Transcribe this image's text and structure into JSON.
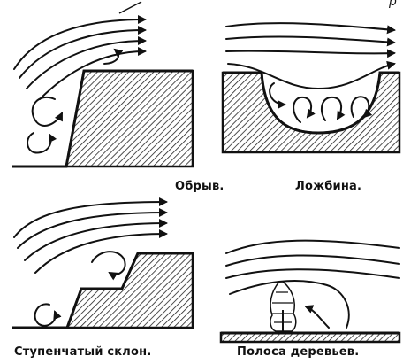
{
  "panels": [
    {
      "id": "cliff",
      "caption": "Обрыв."
    },
    {
      "id": "hollow",
      "caption": "Ложбина."
    },
    {
      "id": "stepped",
      "caption": "Ступенчатый склон."
    },
    {
      "id": "trees",
      "caption": "Полоса деревьев."
    }
  ],
  "top_fragment": "р"
}
